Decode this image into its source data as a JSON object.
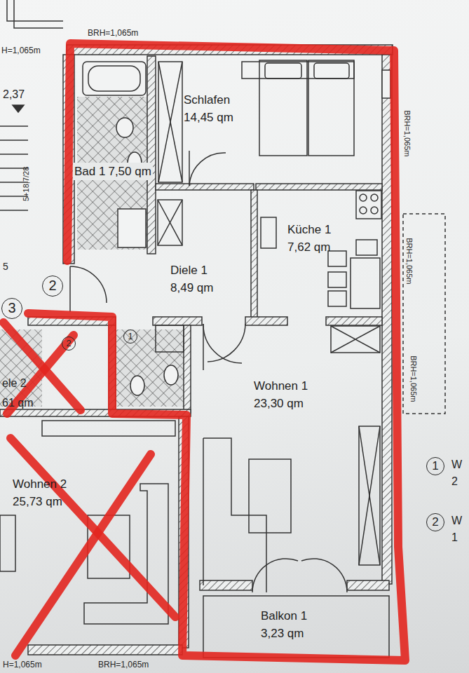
{
  "diagram": {
    "nodes": [
      {
        "text": [
          "Schlafen",
          "14,45 qm"
        ]
      },
      {
        "text": [
          "Bad 1",
          "7,50 qm"
        ]
      },
      {
        "text": [
          "Küche 1",
          "7,62 qm"
        ]
      },
      {
        "text": [
          "Diele 1",
          "8,49 qm"
        ]
      },
      {
        "text": [
          "Wohnen 1",
          "23,30 qm"
        ]
      },
      {
        "text": [
          "Wohnen 2",
          "25,73 qm"
        ]
      },
      {
        "text": [
          "Balkon 1",
          "3,23 qm"
        ]
      }
    ],
    "labels": [
      "BRH=1,065m",
      "H=1,065m",
      "2,37",
      "5+18,7/28",
      "5",
      "2",
      "3",
      "2",
      "1",
      "ele 2",
      "61 qm",
      "BRH=1,065m",
      "BRH=1,065m",
      "BRH=1,065m",
      "1",
      "W",
      "2",
      "2",
      "W",
      "1",
      "H=1,065m",
      "BRH=1,065m"
    ]
  }
}
